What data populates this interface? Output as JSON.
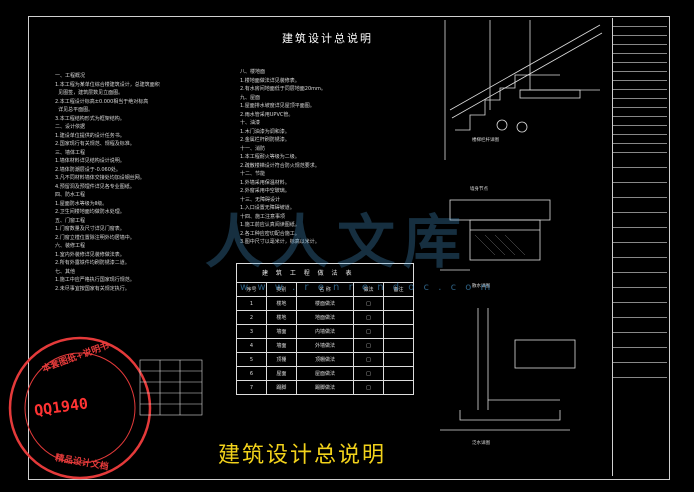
{
  "drawing": {
    "title": "建筑设计总说明",
    "caption": "建筑设计总说明",
    "watermark": "人人文库",
    "watermark_url": "w w w . r e n r e n d o c . c o m"
  },
  "notes_col1": [
    "一、工程概况",
    "1.本工程为某单位综合楼建筑设计，总建筑面积",
    "  见图签，建筑层数见立面图。",
    "2.本工程设计标高±0.000相当于绝对标高",
    "  详见总平面图。",
    "3.本工程结构形式为框架结构。",
    "二、设计依据",
    "1.建设单位提供的设计任务书。",
    "2.国家现行有关规范、规程及标准。",
    "三、墙体工程",
    "1.墙体材料详见结构设计说明。",
    "2.墙体防潮层设于-0.060处。",
    "3.凡不同材料墙体交接处均加设钢丝网。",
    "4.预留洞及预埋件详见各专业图纸。",
    "四、防水工程",
    "1.屋面防水等级为Ⅱ级。",
    "2.卫生间楼地面均做防水处理。",
    "五、门窗工程",
    "1.门窗数量及尺寸详见门窗表。",
    "2.门窗立樘位置除注明外均居墙中。",
    "六、装修工程",
    "1.室内外装修详见装修做法表。",
    "2.所有外露铁件均刷防锈漆二道。",
    "七、其他",
    "1.施工中应严格执行国家现行规范。",
    "2.未尽事宜按国家有关规定执行。"
  ],
  "notes_col2": [
    "八、楼地面",
    "1.楼地面做法详见装修表。",
    "2.有水房间地面低于同层地面20mm。",
    "九、屋面",
    "1.屋面排水坡度详见屋顶平面图。",
    "2.雨水管采用UPVC管。",
    "十、油漆",
    "1.木门油漆为调和漆。",
    "2.金属栏杆刷防锈漆。",
    "十一、消防",
    "1.本工程耐火等级为二级。",
    "2.疏散楼梯设计符合防火规范要求。",
    "十二、节能",
    "1.外墙采用保温材料。",
    "2.外窗采用中空玻璃。",
    "十三、无障碍设计",
    "1.入口设置无障碍坡道。",
    "十四、施工注意事项",
    "1.施工前应认真阅读图纸。",
    "2.各工种应密切配合施工。",
    "3.图中尺寸以毫米计，标高以米计。"
  ],
  "schedule": {
    "title": "建 筑 工 程 做 法 表",
    "headers": [
      "序号",
      "类别",
      "名  称",
      "做法",
      "备注"
    ],
    "rows": [
      [
        "1",
        "楼地",
        "楼面做法",
        "□",
        ""
      ],
      [
        "2",
        "楼地",
        "地面做法",
        "□",
        ""
      ],
      [
        "3",
        "墙面",
        "内墙做法",
        "□",
        ""
      ],
      [
        "4",
        "墙面",
        "外墙做法",
        "□",
        ""
      ],
      [
        "5",
        "顶棚",
        "顶棚做法",
        "□",
        ""
      ],
      [
        "6",
        "屋面",
        "屋面做法",
        "□",
        ""
      ],
      [
        "7",
        "踢脚",
        "踢脚做法",
        "□",
        ""
      ]
    ]
  },
  "stamp": {
    "qq": "QQ1940",
    "top": "本套图纸+说明书",
    "bottom": "精品设计文档"
  },
  "detail_labels": [
    "楼梯栏杆详图",
    "墙身节点",
    "散水详图",
    "泛水详图"
  ],
  "colors": {
    "background": "#000000",
    "lines": "#e8e8e8",
    "caption": "#f2d21b",
    "stamp": "#e43a3a",
    "watermark": "#50aae6"
  }
}
